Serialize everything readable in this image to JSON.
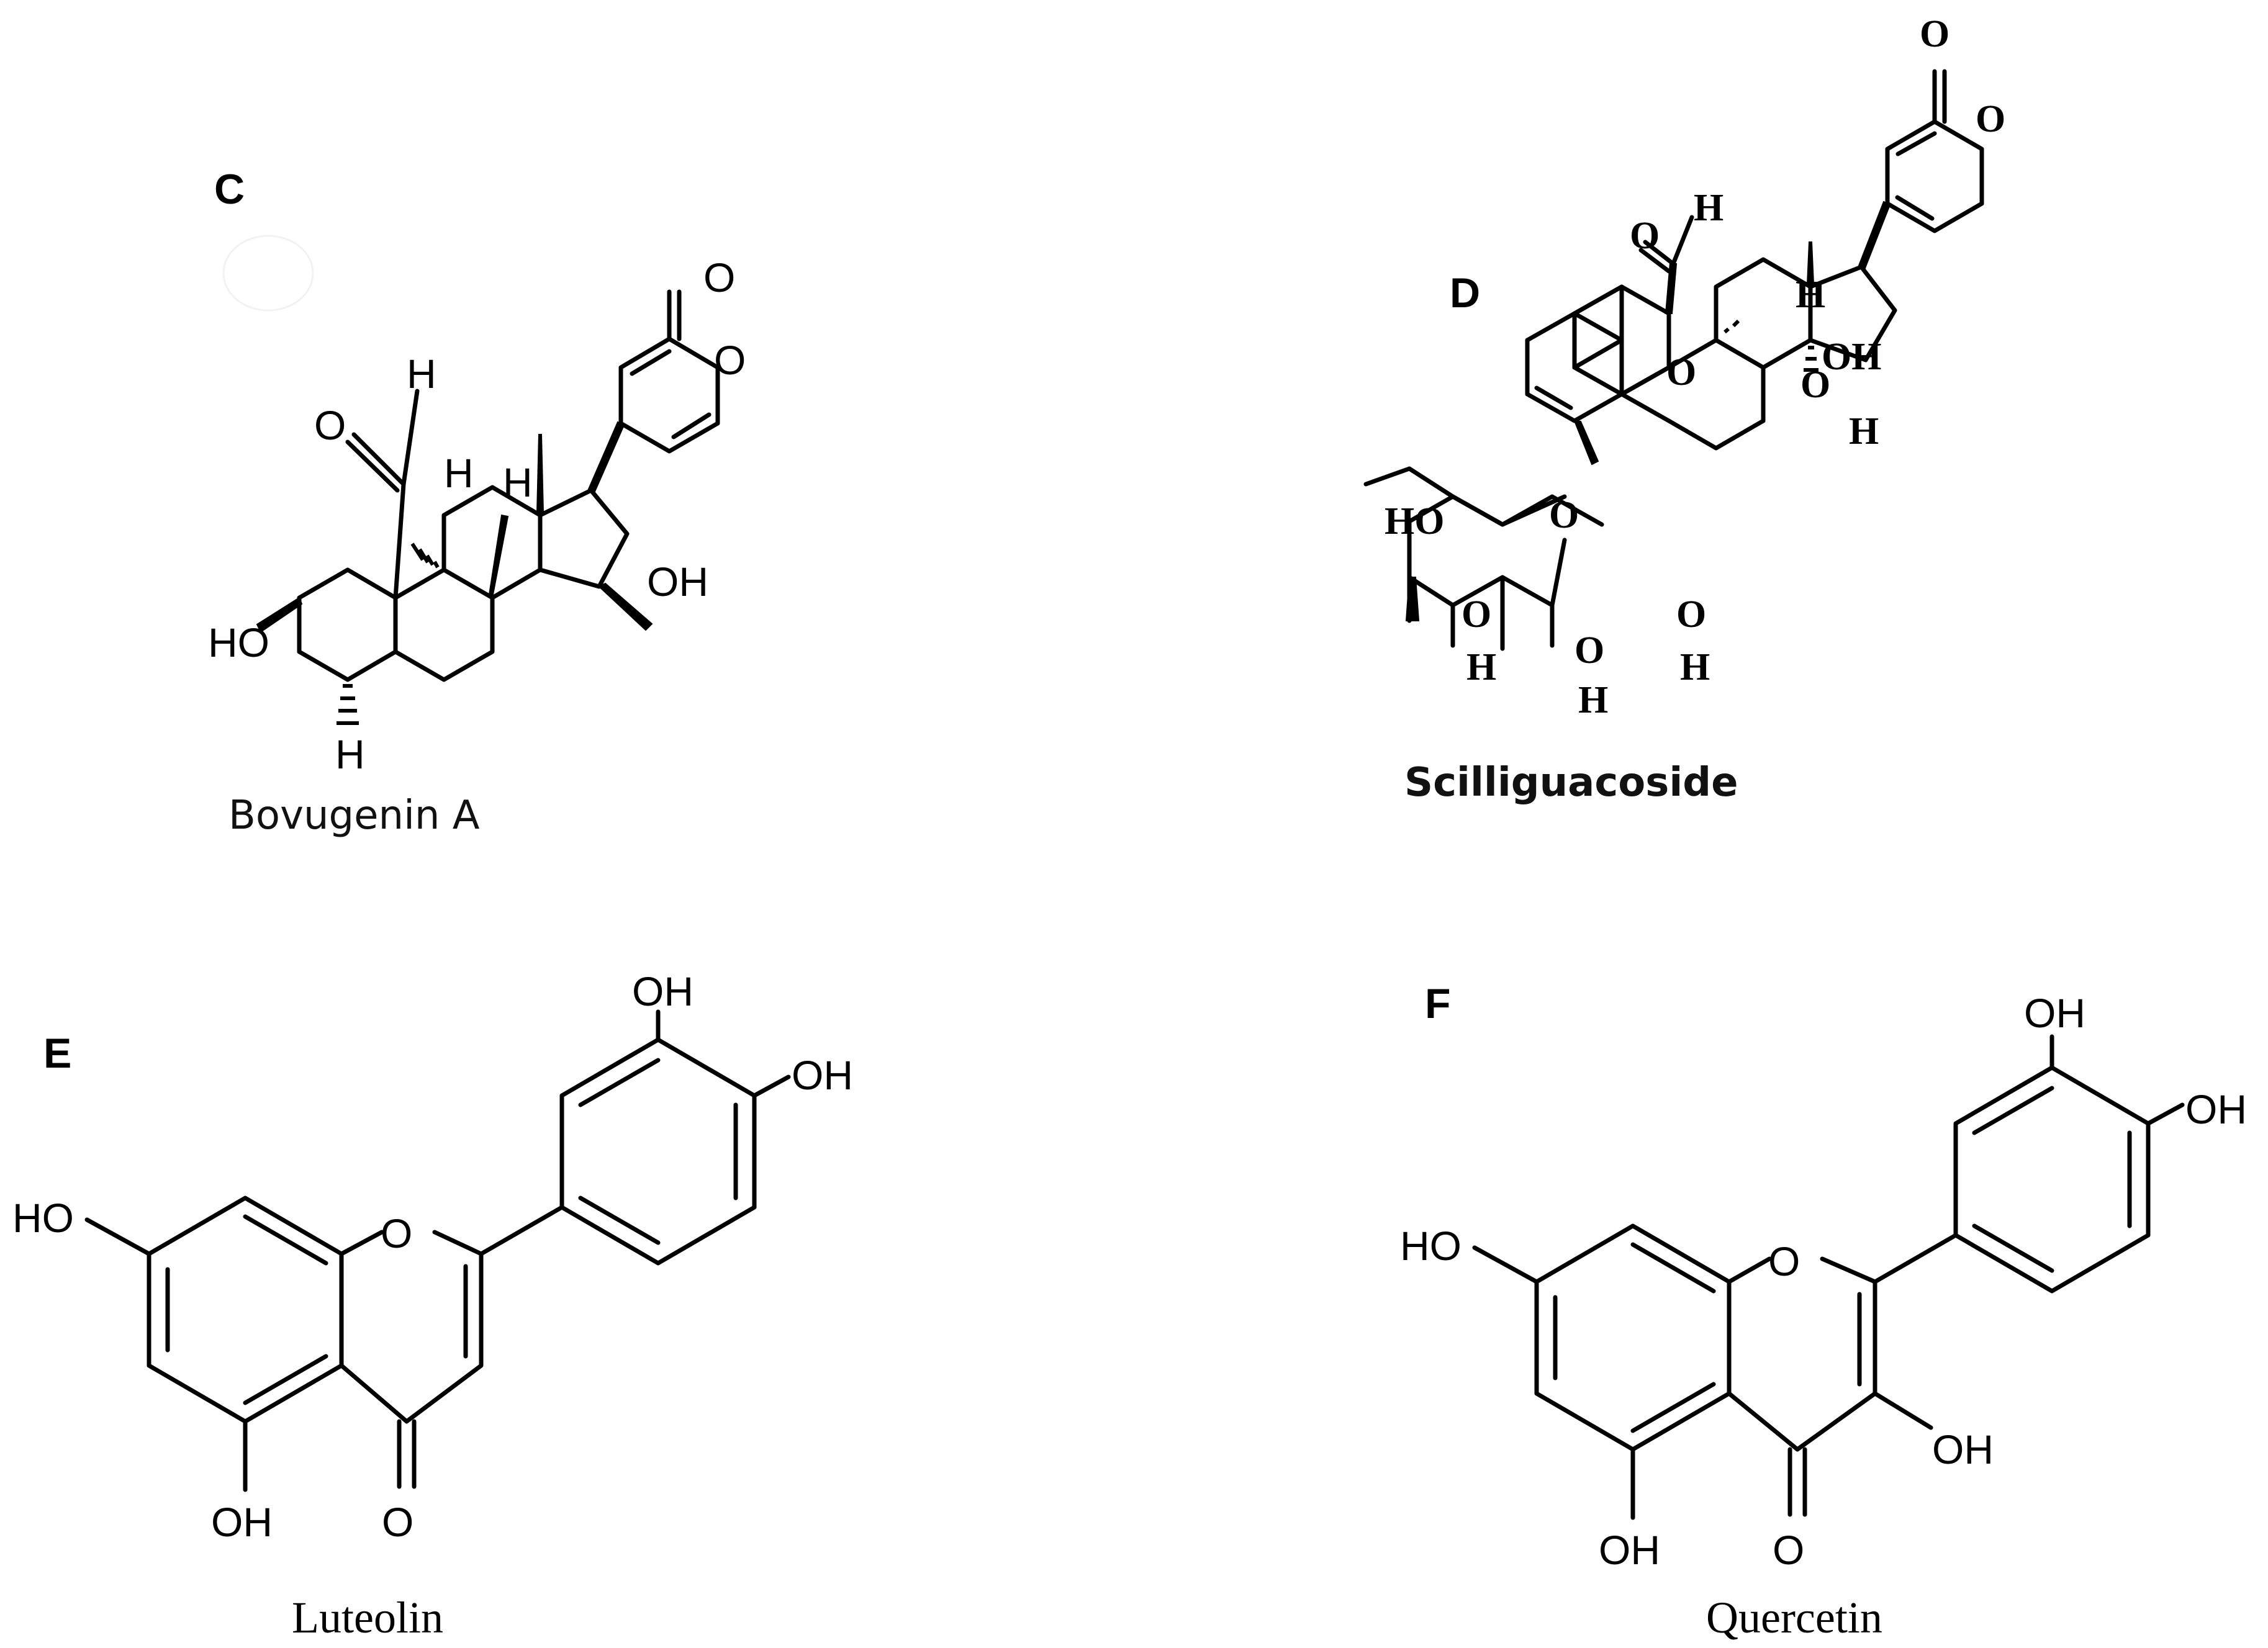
{
  "panels": {
    "C": {
      "letter": "C",
      "name": "Bovugenin A"
    },
    "D": {
      "letter": "D",
      "name": "Scilliguacoside"
    },
    "E": {
      "letter": "E",
      "name": "Luteolin"
    },
    "F": {
      "letter": "F",
      "name": "Quercetin"
    }
  },
  "atoms": {
    "O": "O",
    "H": "H",
    "OH": "OH",
    "HO": "HO"
  }
}
